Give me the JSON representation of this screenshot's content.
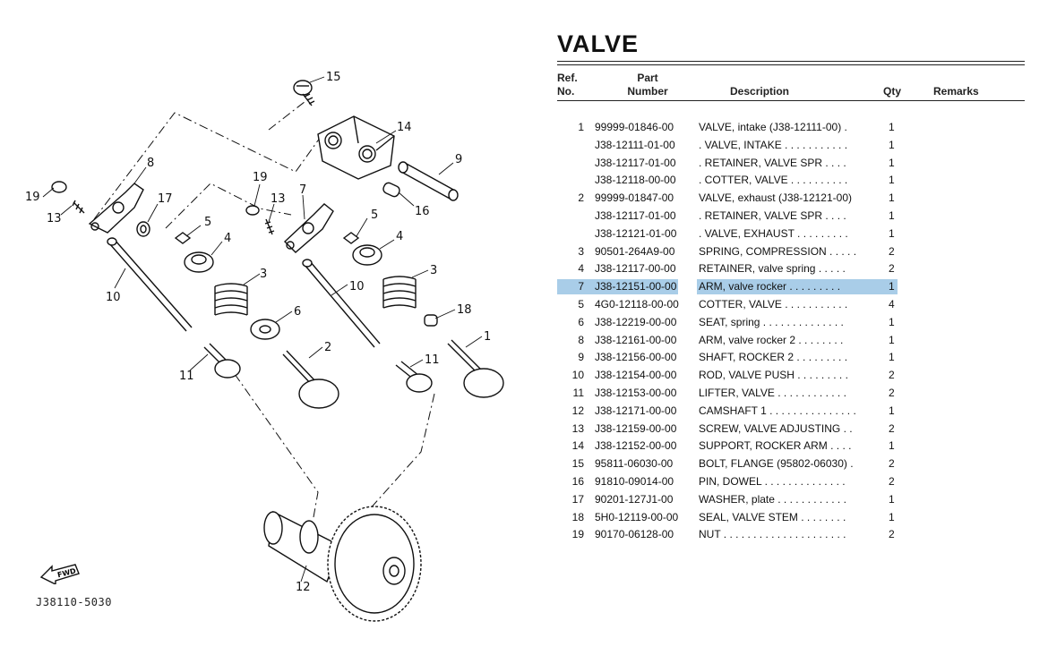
{
  "diagram": {
    "code": "J38110-5030",
    "fwd_label": "FWD",
    "callouts": [
      "15",
      "14",
      "8",
      "9",
      "19",
      "17",
      "16",
      "19",
      "13",
      "7",
      "13",
      "5",
      "5",
      "4",
      "4",
      "3",
      "3",
      "10",
      "10",
      "6",
      "18",
      "2",
      "1",
      "11",
      "11",
      "12"
    ]
  },
  "table": {
    "title": "VALVE",
    "headers": {
      "ref_line1": "Ref.",
      "ref_line2": "No.",
      "part_line1": "Part",
      "part_line2": "Number",
      "description": "Description",
      "qty": "Qty",
      "remarks": "Remarks"
    },
    "selected_index": 9,
    "rows": [
      {
        "ref": "1",
        "part": "99999-01846-00",
        "desc": "VALVE, intake (J38-12111-00)  .",
        "qty": "1"
      },
      {
        "ref": "",
        "part": "J38-12111-01-00",
        "desc": ". VALVE, INTAKE  . . . . . . . . . . .",
        "qty": "1"
      },
      {
        "ref": "",
        "part": "J38-12117-01-00",
        "desc": ". RETAINER, VALVE SPR  . . . .",
        "qty": "1"
      },
      {
        "ref": "",
        "part": "J38-12118-00-00",
        "desc": ". COTTER, VALVE  . . . . . . . . . .",
        "qty": "1"
      },
      {
        "ref": "2",
        "part": "99999-01847-00",
        "desc": "VALVE, exhaust (J38-12121-00)",
        "qty": "1"
      },
      {
        "ref": "",
        "part": "J38-12117-01-00",
        "desc": ". RETAINER, VALVE SPR  . . . .",
        "qty": "1"
      },
      {
        "ref": "",
        "part": "J38-12121-01-00",
        "desc": ". VALVE, EXHAUST  . . . . . . . . .",
        "qty": "1"
      },
      {
        "ref": "3",
        "part": "90501-264A9-00",
        "desc": "SPRING, COMPRESSION  . . . . .",
        "qty": "2"
      },
      {
        "ref": "4",
        "part": "J38-12117-00-00",
        "desc": "RETAINER, valve spring  . . . . .",
        "qty": "2"
      },
      {
        "ref": "7",
        "part": "J38-12151-00-00",
        "desc": "ARM, valve rocker  . . . . . . . . .",
        "qty": "1"
      },
      {
        "ref": "5",
        "part": "4G0-12118-00-00",
        "desc": "COTTER, VALVE  . . . . . . . . . . .",
        "qty": "4"
      },
      {
        "ref": "6",
        "part": "J38-12219-00-00",
        "desc": "SEAT, spring  . . . . . . . . . . . . . .",
        "qty": "1"
      },
      {
        "ref": "8",
        "part": "J38-12161-00-00",
        "desc": "ARM, valve rocker 2  . . . . . . . .",
        "qty": "1"
      },
      {
        "ref": "9",
        "part": "J38-12156-00-00",
        "desc": "SHAFT, ROCKER 2  . . . . . . . . .",
        "qty": "1"
      },
      {
        "ref": "10",
        "part": "J38-12154-00-00",
        "desc": "ROD, VALVE PUSH  . . . . . . . . .",
        "qty": "2"
      },
      {
        "ref": "11",
        "part": "J38-12153-00-00",
        "desc": "LIFTER, VALVE  . . . . . . . . . . . .",
        "qty": "2"
      },
      {
        "ref": "12",
        "part": "J38-12171-00-00",
        "desc": "CAMSHAFT 1  . . . . . . . . . . . . . . .",
        "qty": "1"
      },
      {
        "ref": "13",
        "part": "J38-12159-00-00",
        "desc": "SCREW, VALVE ADJUSTING  . .",
        "qty": "2"
      },
      {
        "ref": "14",
        "part": "J38-12152-00-00",
        "desc": "SUPPORT, ROCKER ARM  . . . .",
        "qty": "1"
      },
      {
        "ref": "15",
        "part": "95811-06030-00",
        "desc": "BOLT, FLANGE (95802-06030)  .",
        "qty": "2"
      },
      {
        "ref": "16",
        "part": "91810-09014-00",
        "desc": "PIN, DOWEL  . . . . . . . . . . . . . .",
        "qty": "2"
      },
      {
        "ref": "17",
        "part": "90201-127J1-00",
        "desc": "WASHER, plate  . . . . . . . . . . . .",
        "qty": "1"
      },
      {
        "ref": "18",
        "part": "5H0-12119-00-00",
        "desc": "SEAL, VALVE STEM  . . . . . . . .",
        "qty": "1"
      },
      {
        "ref": "19",
        "part": "90170-06128-00",
        "desc": "NUT  . . . . . . . . . . . . . . . . . . . . .",
        "qty": "2"
      }
    ]
  }
}
